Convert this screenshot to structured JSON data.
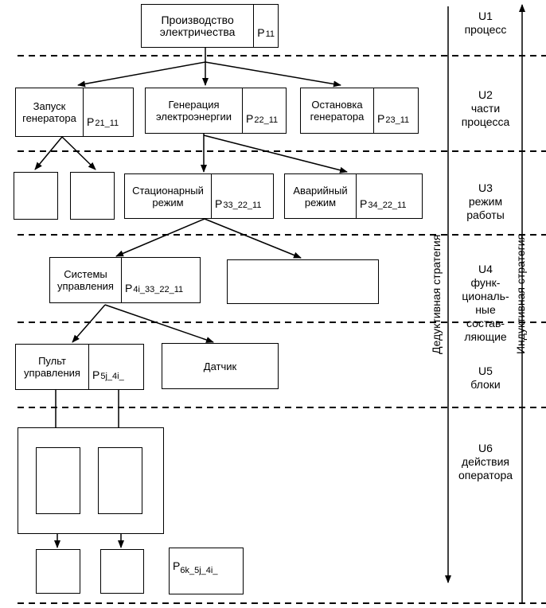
{
  "nodes": {
    "root": {
      "name": "Производство электричества",
      "p": "P",
      "sub": "11"
    },
    "start": {
      "name": "Запуск генератора",
      "p": "P",
      "sub": "21_11"
    },
    "gen": {
      "name": "Генерация электроэнергии",
      "p": "P",
      "sub": "22_11"
    },
    "stop": {
      "name": "Остановка генератора",
      "p": "P",
      "sub": "23_11"
    },
    "stat": {
      "name": "Стационарный режим",
      "p": "P",
      "sub": "33_22_11"
    },
    "emerg": {
      "name": "Аварийный режим",
      "p": "P",
      "sub": "34_22_11"
    },
    "ctrl": {
      "name": "Системы управления",
      "p": "P",
      "sub": "4i_33_22_11"
    },
    "panel": {
      "name": "Пульт управления",
      "p": "P",
      "sub": "5j_4i_"
    },
    "sensor": {
      "name": "Датчик"
    },
    "op": {
      "p": "P",
      "sub": "6k_5j_4i_"
    }
  },
  "levels": {
    "u1": {
      "code": "U1",
      "text": "процесс"
    },
    "u2": {
      "code": "U2",
      "text": "части процесса"
    },
    "u3": {
      "code": "U3",
      "text": "режим работы"
    },
    "u4": {
      "code": "U4",
      "text": "функ-циональ-ные состав-ляющие"
    },
    "u5": {
      "code": "U5",
      "text": "блоки"
    },
    "u6": {
      "code": "U6",
      "text": "действия оператора"
    }
  },
  "strategies": {
    "deductive": "Дедуктивная стратегия",
    "inductive": "Индуктивная стратегия"
  }
}
